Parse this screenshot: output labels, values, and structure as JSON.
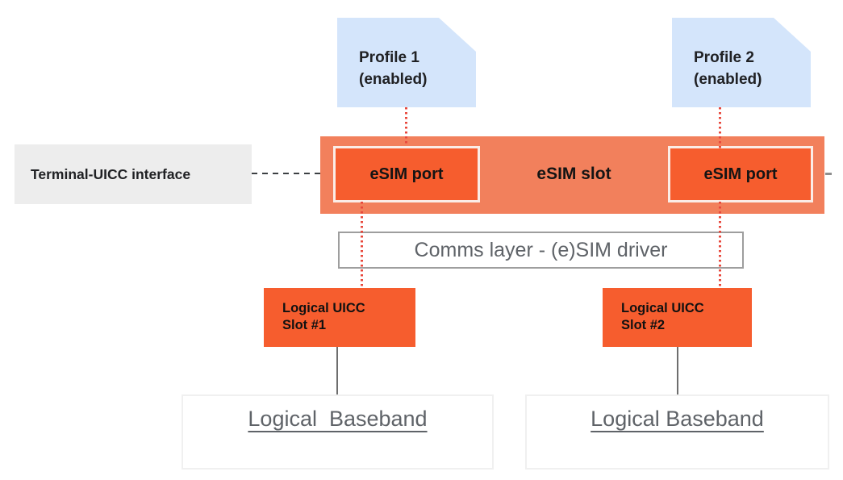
{
  "diagram": {
    "title_context": "eSIM slot and port architecture",
    "profiles": [
      {
        "line1": "Profile 1",
        "line2": "(enabled)"
      },
      {
        "line1": "Profile 2",
        "line2": "(enabled)"
      }
    ],
    "terminal_interface_label": "Terminal-UICC interface",
    "esim_slot_label": "eSIM slot",
    "esim_ports": [
      {
        "label": "eSIM port"
      },
      {
        "label": "eSIM port"
      }
    ],
    "comms_layer_label": "Comms layer - (e)SIM driver",
    "uicc_slots": [
      {
        "line1": "Logical UICC",
        "line2": "Slot #1"
      },
      {
        "line1": "Logical UICC",
        "line2": "Slot #2"
      }
    ],
    "basebands": [
      {
        "label": "Logical  Baseband"
      },
      {
        "label": "Logical Baseband"
      }
    ],
    "colors": {
      "profile_bg": "#D4E5FB",
      "slot_bar_bg": "#F2805C",
      "port_bg": "#F65D2E",
      "port_border": "#FBEDE7",
      "interface_bg": "#EDEDED",
      "dark_text": "#202124",
      "gray_text": "#5F6368",
      "dotted_connector": "#E8483C",
      "dashed_connector": "#3C4043"
    }
  }
}
